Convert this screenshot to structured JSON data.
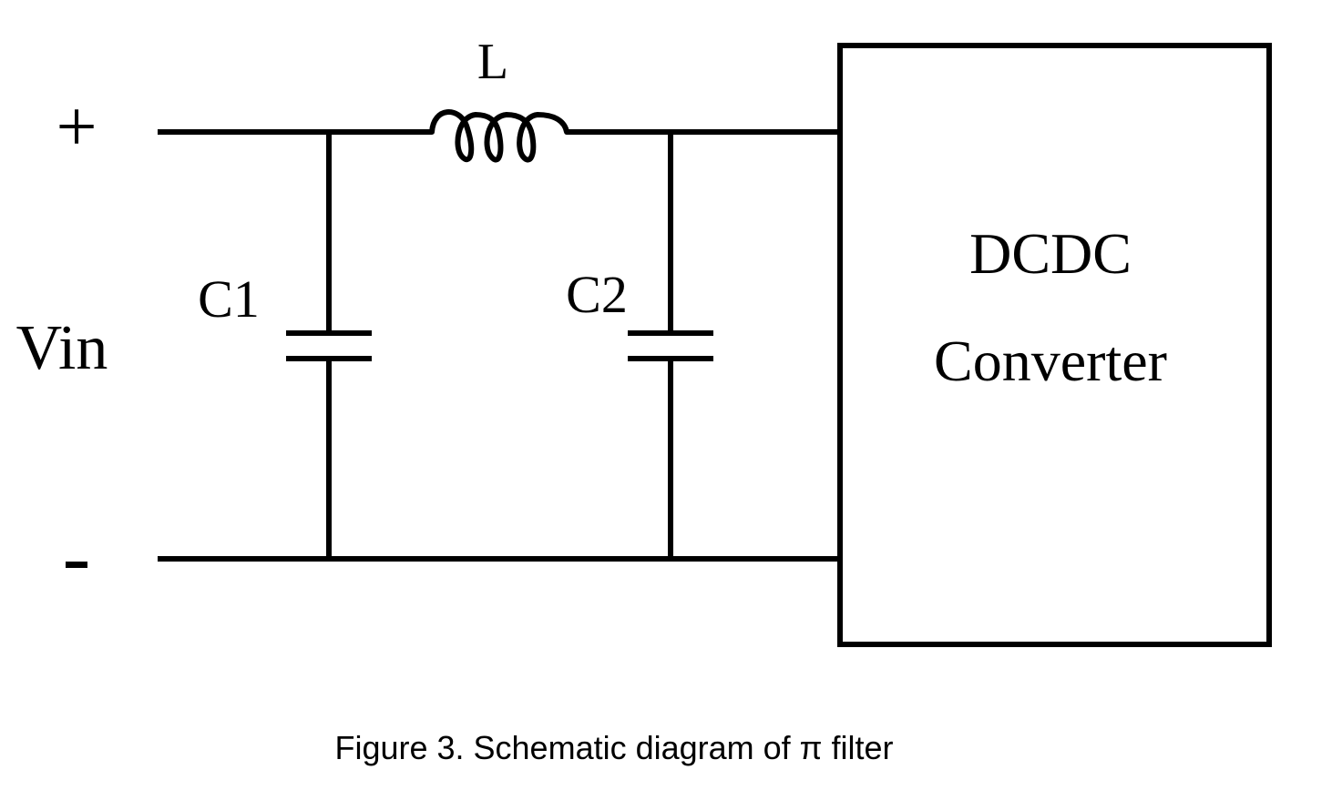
{
  "diagram": {
    "terminal_plus": "+",
    "terminal_minus": "-",
    "vin_label": "Vin",
    "inductor_label": "L",
    "cap1_label": "C1",
    "cap2_label": "C2",
    "block_line1": "DCDC",
    "block_line2": "Converter"
  },
  "caption": "Figure 3. Schematic diagram of π filter"
}
